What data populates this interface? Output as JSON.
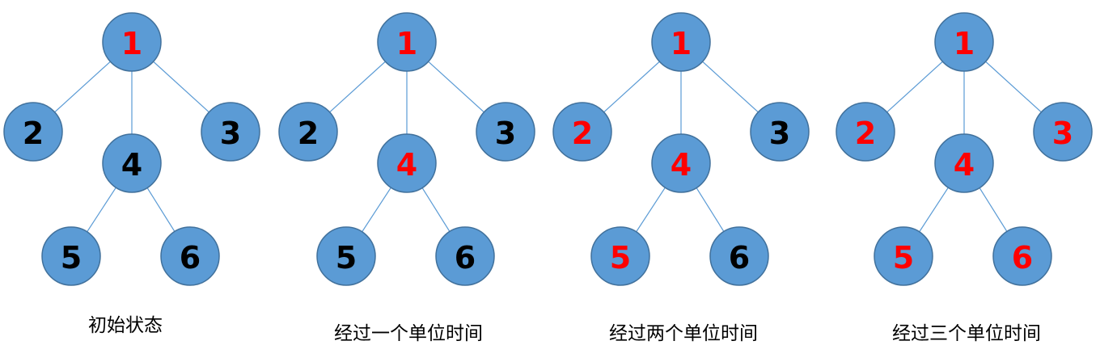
{
  "colors": {
    "node_fill": "#5b9bd5",
    "node_border": "#41719c",
    "edge": "#5b9bd5",
    "infected_label": "#ff0000",
    "normal_label": "#000000"
  },
  "tree": {
    "nodes": [
      "1",
      "2",
      "3",
      "4",
      "5",
      "6"
    ],
    "edges": [
      [
        "1",
        "2"
      ],
      [
        "1",
        "4"
      ],
      [
        "1",
        "3"
      ],
      [
        "4",
        "5"
      ],
      [
        "4",
        "6"
      ]
    ]
  },
  "panels": [
    {
      "caption": "初始状态",
      "red_nodes": [
        "1"
      ]
    },
    {
      "caption": "经过一个单位时间",
      "red_nodes": [
        "1",
        "4"
      ]
    },
    {
      "caption": "经过两个单位时间",
      "red_nodes": [
        "1",
        "4",
        "2",
        "5"
      ]
    },
    {
      "caption": "经过三个单位时间",
      "red_nodes": [
        "1",
        "4",
        "2",
        "5",
        "3",
        "6"
      ]
    }
  ]
}
